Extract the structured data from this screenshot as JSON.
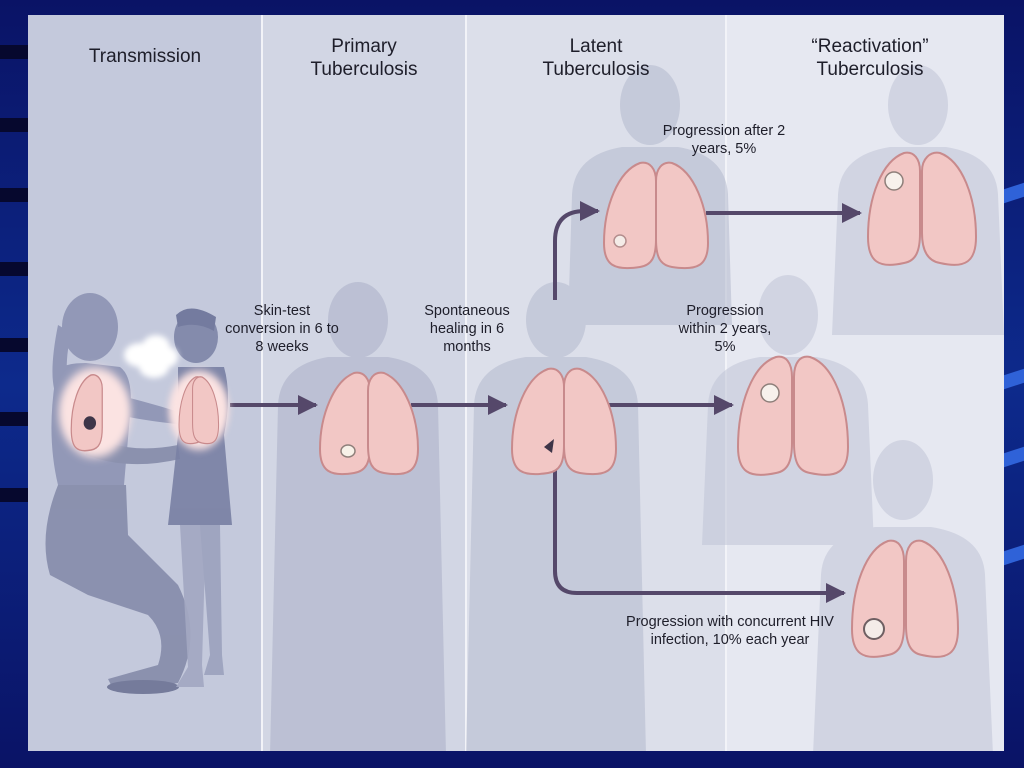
{
  "stages": [
    {
      "name": "Transmission"
    },
    {
      "name": "Primary Tuberculosis"
    },
    {
      "name": "Latent Tuberculosis"
    },
    {
      "name": "“Reactivation” Tuberculosis"
    }
  ],
  "labels": {
    "skin_test": "Skin-test conversion in 6 to 8 weeks",
    "healing": "Spontaneous healing in 6 months",
    "after_2_years": "Progression after 2 years, 5%",
    "within_2_years": "Progression within 2 years, 5%",
    "hiv": "Progression with concurrent HIV infection, 10% each year"
  },
  "colors": {
    "arrow": "#55486a",
    "lung_fill": "#f2c7c5",
    "lung_stroke": "#c88a8c",
    "lung_glow": "#fbe3e2",
    "silhouette": "#aab0c6",
    "figure_woman": "#8d93b3",
    "figure_child": "#7f86a8",
    "breath_cloud": "#ffffff"
  },
  "icons": {
    "lungs": "lungs-icon",
    "lesion": "lesion-icon",
    "arrow": "arrow-icon",
    "person": "person-silhouette-icon"
  }
}
